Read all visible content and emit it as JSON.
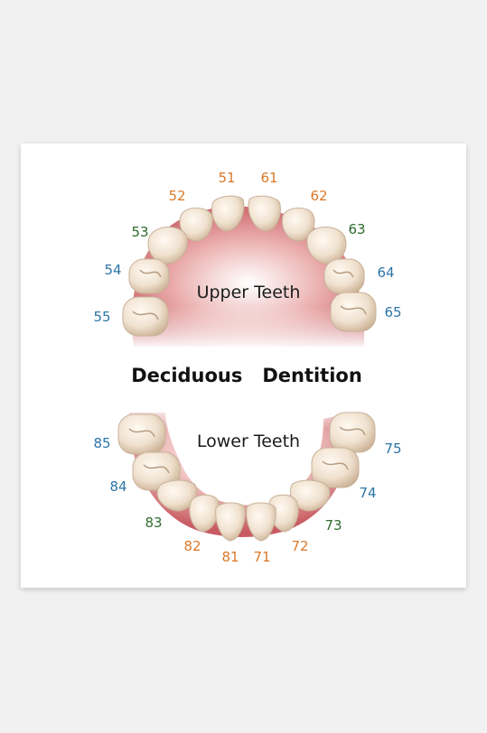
{
  "title": "Deciduous   Dentition",
  "upper_label": "Upper Teeth",
  "lower_label": "Lower Teeth",
  "colors": {
    "incisor": "#d9792a",
    "canine": "#2f6b2f",
    "molar": "#2c75a8",
    "gum": "#c9646a",
    "tooth": "#f2e6d8",
    "tooth_edge": "#c8b29a"
  },
  "teeth": [
    {
      "id": "t51",
      "label": "51",
      "group": "incisor"
    },
    {
      "id": "t61",
      "label": "61",
      "group": "incisor"
    },
    {
      "id": "t52",
      "label": "52",
      "group": "incisor"
    },
    {
      "id": "t62",
      "label": "62",
      "group": "incisor"
    },
    {
      "id": "t53",
      "label": "53",
      "group": "canine"
    },
    {
      "id": "t63",
      "label": "63",
      "group": "canine"
    },
    {
      "id": "t54",
      "label": "54",
      "group": "molar"
    },
    {
      "id": "t64",
      "label": "64",
      "group": "molar"
    },
    {
      "id": "t55",
      "label": "55",
      "group": "molar"
    },
    {
      "id": "t65",
      "label": "65",
      "group": "molar"
    },
    {
      "id": "t85",
      "label": "85",
      "group": "molar"
    },
    {
      "id": "t75",
      "label": "75",
      "group": "molar"
    },
    {
      "id": "t84",
      "label": "84",
      "group": "molar"
    },
    {
      "id": "t74",
      "label": "74",
      "group": "molar"
    },
    {
      "id": "t83",
      "label": "83",
      "group": "canine"
    },
    {
      "id": "t73",
      "label": "73",
      "group": "canine"
    },
    {
      "id": "t82",
      "label": "82",
      "group": "incisor"
    },
    {
      "id": "t72",
      "label": "72",
      "group": "incisor"
    },
    {
      "id": "t81",
      "label": "81",
      "group": "incisor"
    },
    {
      "id": "t71",
      "label": "71",
      "group": "incisor"
    }
  ]
}
